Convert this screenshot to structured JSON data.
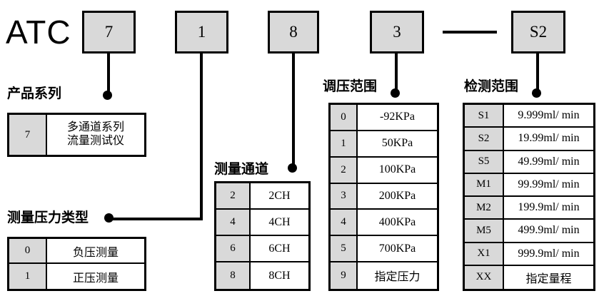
{
  "model": {
    "prefix": "ATC",
    "boxes": [
      {
        "name": "series",
        "value": "7"
      },
      {
        "name": "pressure-type",
        "value": "1"
      },
      {
        "name": "channels",
        "value": "8"
      },
      {
        "name": "pressure-range",
        "value": "3"
      },
      {
        "name": "separator",
        "value": "—"
      },
      {
        "name": "detection-range",
        "value": "S2"
      }
    ]
  },
  "sections": {
    "product_series": {
      "caption": "产品系列",
      "rows": [
        {
          "code": "7",
          "desc_line1": "多通道系列",
          "desc_line2": "流量测试仪"
        }
      ]
    },
    "pressure_type": {
      "caption": "测量压力类型",
      "rows": [
        {
          "code": "0",
          "desc": "负压测量"
        },
        {
          "code": "1",
          "desc": "正压测量"
        }
      ]
    },
    "measure_channel": {
      "caption": "测量通道",
      "rows": [
        {
          "code": "2",
          "desc": "2CH"
        },
        {
          "code": "4",
          "desc": "4CH"
        },
        {
          "code": "6",
          "desc": "6CH"
        },
        {
          "code": "8",
          "desc": "8CH"
        }
      ]
    },
    "pressure_range": {
      "caption": "调压范围",
      "rows": [
        {
          "code": "0",
          "desc": "-92KPa"
        },
        {
          "code": "1",
          "desc": "50KPa"
        },
        {
          "code": "2",
          "desc": "100KPa"
        },
        {
          "code": "3",
          "desc": "200KPa"
        },
        {
          "code": "4",
          "desc": "400KPa"
        },
        {
          "code": "5",
          "desc": "700KPa"
        },
        {
          "code": "9",
          "desc": "指定压力"
        }
      ]
    },
    "detection_range": {
      "caption": "检测范围",
      "rows": [
        {
          "code": "S1",
          "desc": "9.999ml/ min"
        },
        {
          "code": "S2",
          "desc": "19.99ml/ min"
        },
        {
          "code": "S5",
          "desc": "49.99ml/ min"
        },
        {
          "code": "M1",
          "desc": "99.99ml/ min"
        },
        {
          "code": "M2",
          "desc": "199.9ml/ min"
        },
        {
          "code": "M5",
          "desc": "499.9ml/ min"
        },
        {
          "code": "X1",
          "desc": "999.9ml/ min"
        },
        {
          "code": "XX",
          "desc": "指定量程"
        }
      ]
    }
  },
  "colors": {
    "box_fill": "#d9d9d9",
    "line": "#000000",
    "background": "#ffffff"
  }
}
